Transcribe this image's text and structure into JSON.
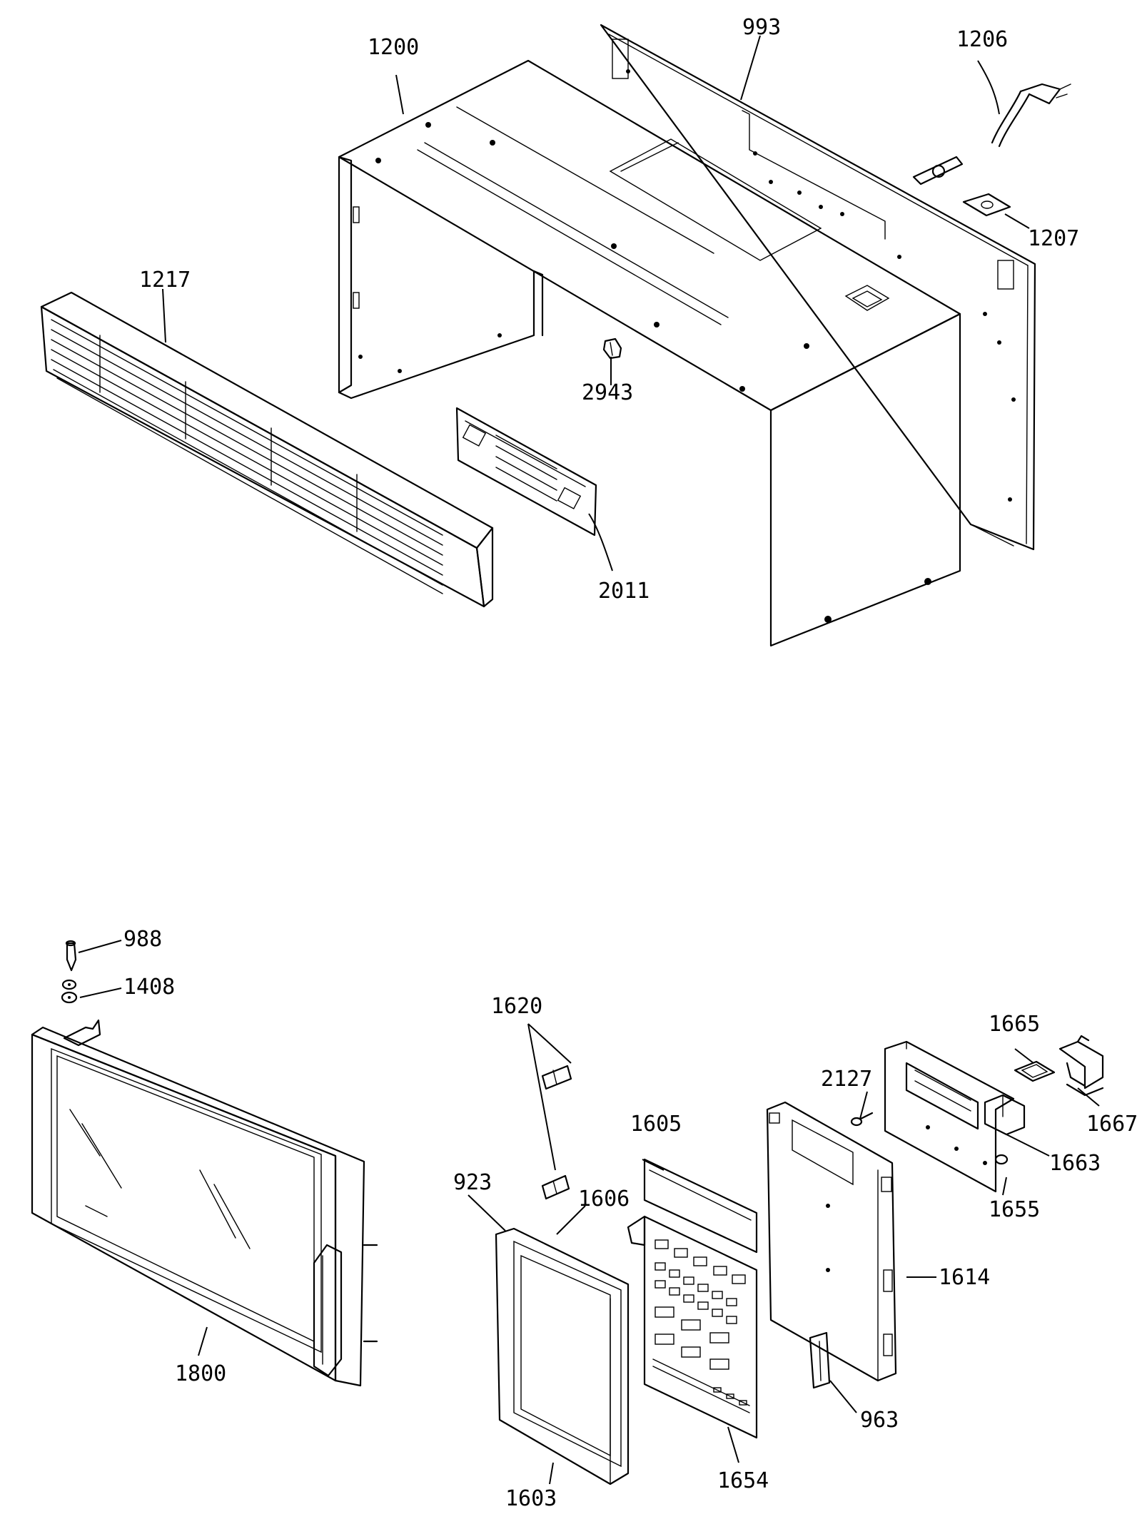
{
  "callouts": {
    "c1200": "1200",
    "c993": "993",
    "c1206": "1206",
    "c1207": "1207",
    "c1217": "1217",
    "c2943": "2943",
    "c2011": "2011",
    "c988": "988",
    "c1408": "1408",
    "c1800": "1800",
    "c1620": "1620",
    "c923": "923",
    "c1606": "1606",
    "c1605": "1605",
    "c1603": "1603",
    "c1654": "1654",
    "c2127": "2127",
    "c1665": "1665",
    "c1667": "1667",
    "c1663": "1663",
    "c1655": "1655",
    "c1614": "1614",
    "c963": "963"
  }
}
